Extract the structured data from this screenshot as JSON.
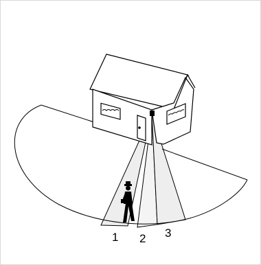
{
  "diagram": {
    "zone_labels": [
      "1",
      "2",
      "3"
    ],
    "colors": {
      "line": "#000000",
      "beam_fill": "#eeeeee",
      "background": "#ffffff",
      "frame": "#d8d8d8"
    }
  }
}
